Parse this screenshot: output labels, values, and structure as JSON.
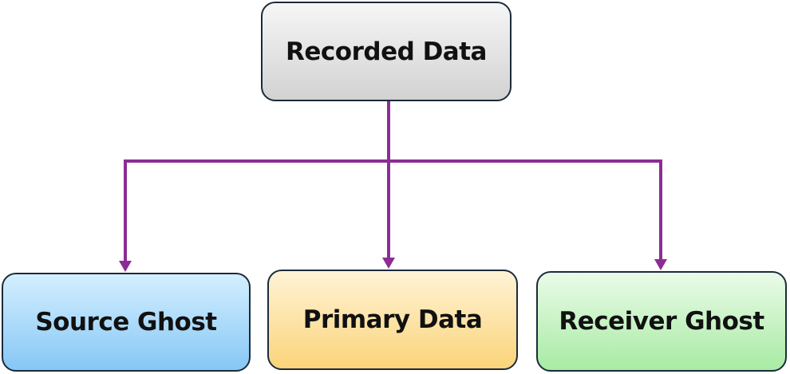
{
  "diagram": {
    "root": {
      "label": "Recorded Data",
      "fill": "#d9d9d9"
    },
    "children": [
      {
        "label": "Source Ghost",
        "fill": "#9bd1f7"
      },
      {
        "label": "Primary Data",
        "fill": "#fcd98a"
      },
      {
        "label": "Receiver Ghost",
        "fill": "#b3eeae"
      }
    ],
    "connector_color": "#8c2d93",
    "border_color": "#1c2b3a"
  }
}
